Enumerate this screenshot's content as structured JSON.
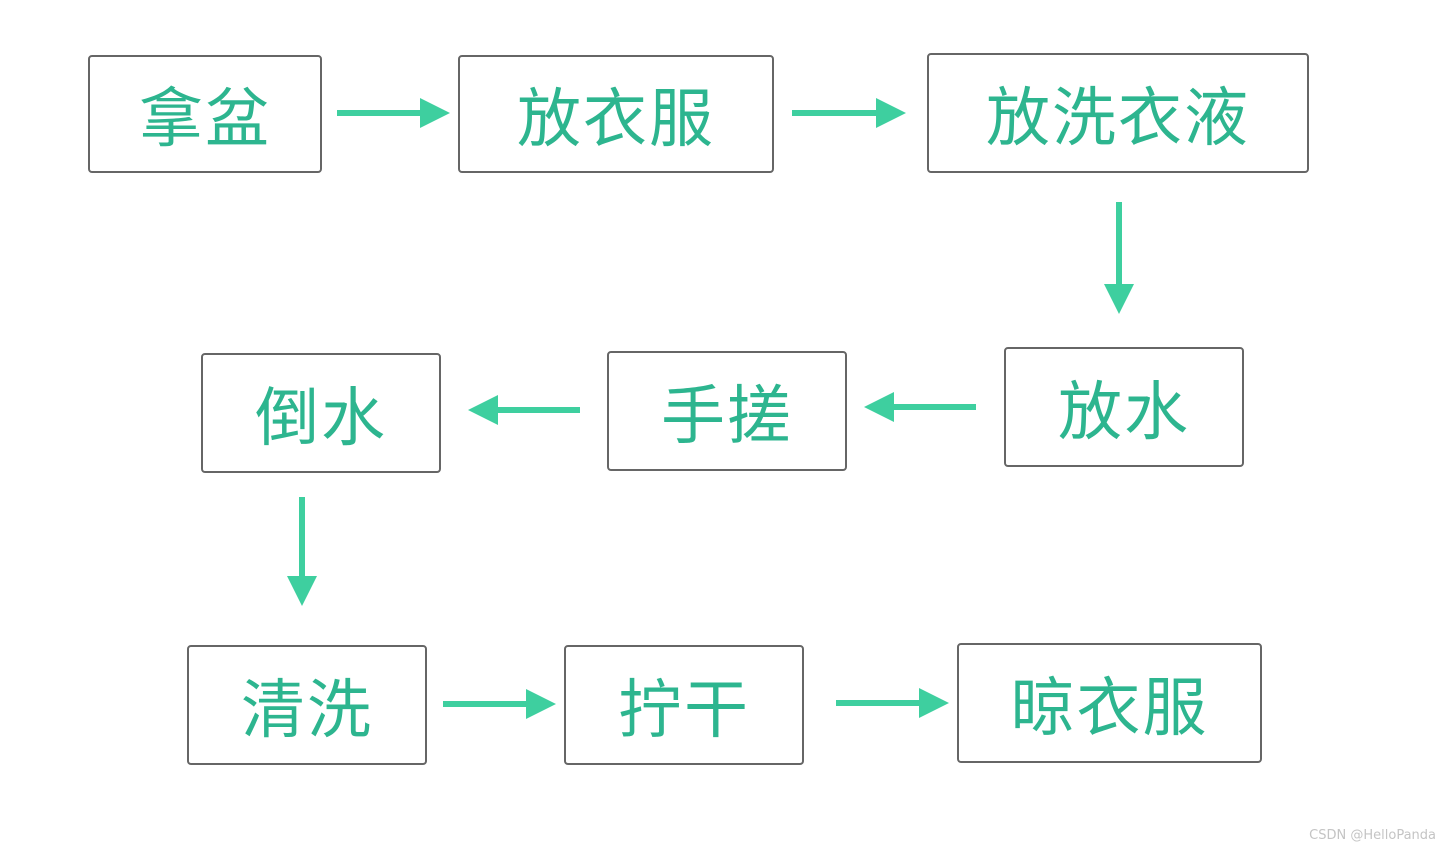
{
  "flowchart": {
    "steps": [
      {
        "label": "拿盆"
      },
      {
        "label": "放衣服"
      },
      {
        "label": "放洗衣液"
      },
      {
        "label": "放水"
      },
      {
        "label": "手搓"
      },
      {
        "label": "倒水"
      },
      {
        "label": "清洗"
      },
      {
        "label": "拧干"
      },
      {
        "label": "晾衣服"
      }
    ],
    "connections": [
      {
        "from": "拿盆",
        "to": "放衣服"
      },
      {
        "from": "放衣服",
        "to": "放洗衣液"
      },
      {
        "from": "放洗衣液",
        "to": "放水"
      },
      {
        "from": "放水",
        "to": "手搓"
      },
      {
        "from": "手搓",
        "to": "倒水"
      },
      {
        "from": "倒水",
        "to": "清洗"
      },
      {
        "from": "清洗",
        "to": "拧干"
      },
      {
        "from": "拧干",
        "to": "晾衣服"
      }
    ]
  },
  "colors": {
    "text": "#2db58f",
    "arrow": "#3ecf9f",
    "border": "#666666",
    "background": "#ffffff"
  },
  "watermark": "CSDN @HelloPanda"
}
